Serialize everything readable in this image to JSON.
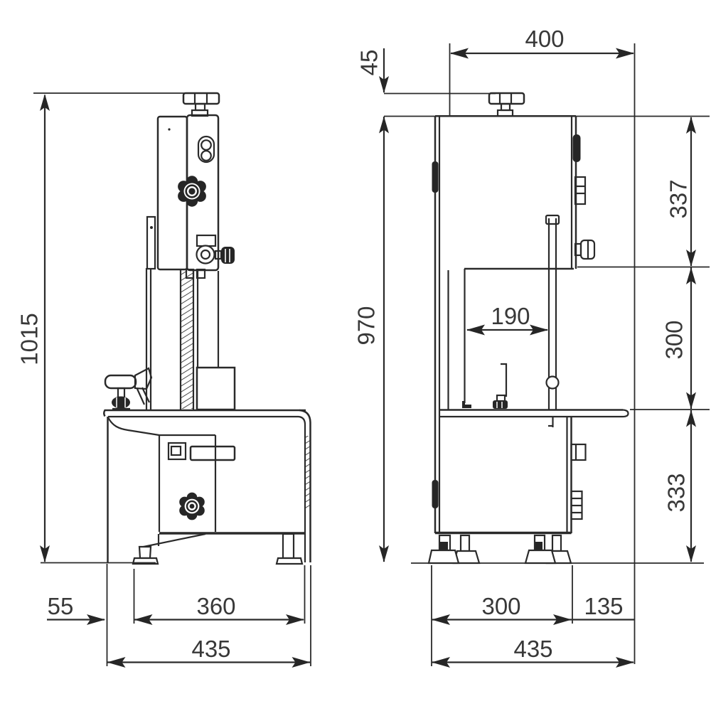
{
  "drawing": {
    "type": "technical-dimension-drawing",
    "subject": "vertical bandsaw machine, front and side orthographic views",
    "unit_note": "",
    "colors": {
      "background": "#ffffff",
      "line": "#2a2a2a",
      "text": "#383838"
    }
  },
  "dims": {
    "front": {
      "overall_height": "1015",
      "table_overhang_left": "55",
      "base_width": "360",
      "table_width": "435"
    },
    "side": {
      "upper_width": "400",
      "knob_height": "45",
      "body_height": "970",
      "upper_section_height": "337",
      "throat_depth": "190",
      "cut_height": "300",
      "lower_section_height": "333",
      "base_depth": "300",
      "rear_overhang": "135",
      "overall_depth": "435"
    }
  }
}
